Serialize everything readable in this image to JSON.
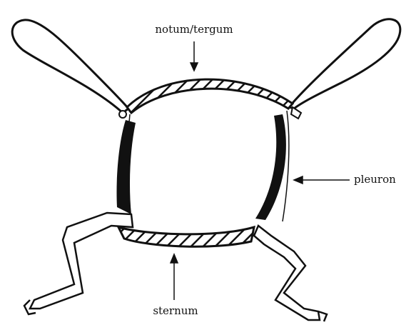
{
  "labels": {
    "notum": "notum/tergum",
    "pleuron": "pleuron",
    "sternum": "sternum"
  },
  "colors": {
    "ink": "#111111",
    "background": "#ffffff"
  }
}
